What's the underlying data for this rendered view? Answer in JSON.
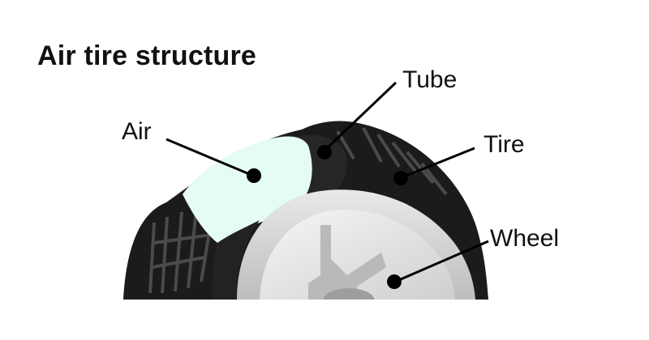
{
  "title": "Air tire structure",
  "labels": {
    "air": "Air",
    "tube": "Tube",
    "tire": "Tire",
    "wheel": "Wheel"
  },
  "colors": {
    "tire": "#1b1b1b",
    "tread": "#3a3a3a",
    "air": "#e4fbf6",
    "wheel": "#dcdcdc",
    "wheel_light": "#f3f3f3",
    "wheel_dark": "#b9b9b9",
    "leader": "#000000"
  }
}
